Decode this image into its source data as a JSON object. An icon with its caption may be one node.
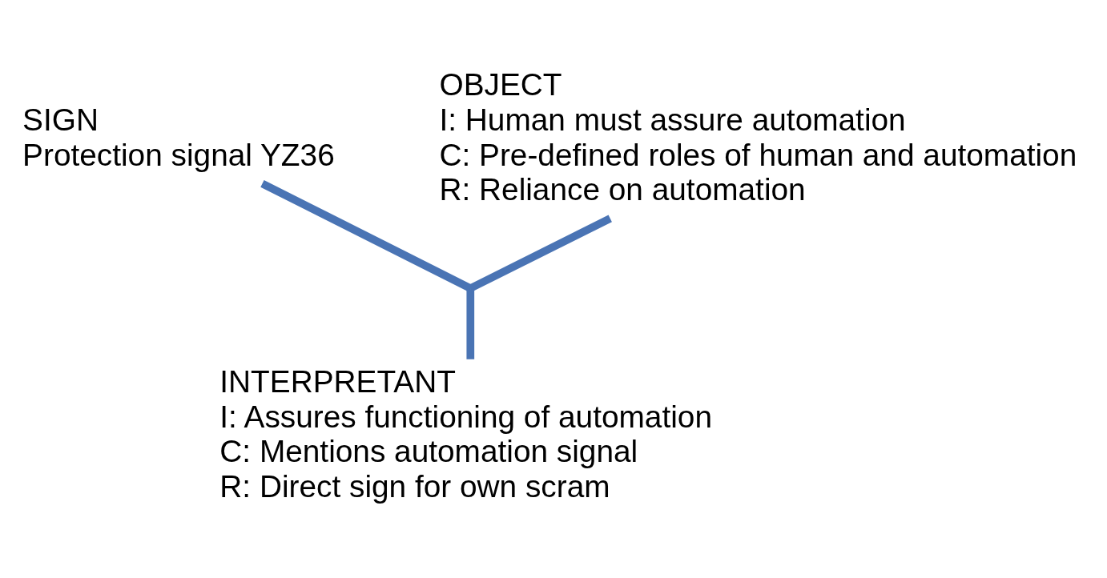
{
  "diagram": {
    "nodes": [
      {
        "text": [
          "SIGN",
          "Protection signal YZ36"
        ]
      },
      {
        "text": [
          "OBJECT",
          "I: Human must assure automation",
          "C: Pre-defined roles of human and automation",
          "R: Reliance on automation"
        ]
      },
      {
        "text": [],
        "shape": "point"
      },
      {
        "text": [
          "INTERPRETANT",
          "I: Assures functioning of automation",
          "C: Mentions automation signal",
          "R: Direct sign for own scram"
        ]
      }
    ],
    "edges": [
      {
        "from": 0,
        "to": 2,
        "arrow": "none"
      },
      {
        "from": 1,
        "to": 2,
        "arrow": "none"
      },
      {
        "from": 2,
        "to": 3,
        "arrow": "none"
      }
    ]
  }
}
